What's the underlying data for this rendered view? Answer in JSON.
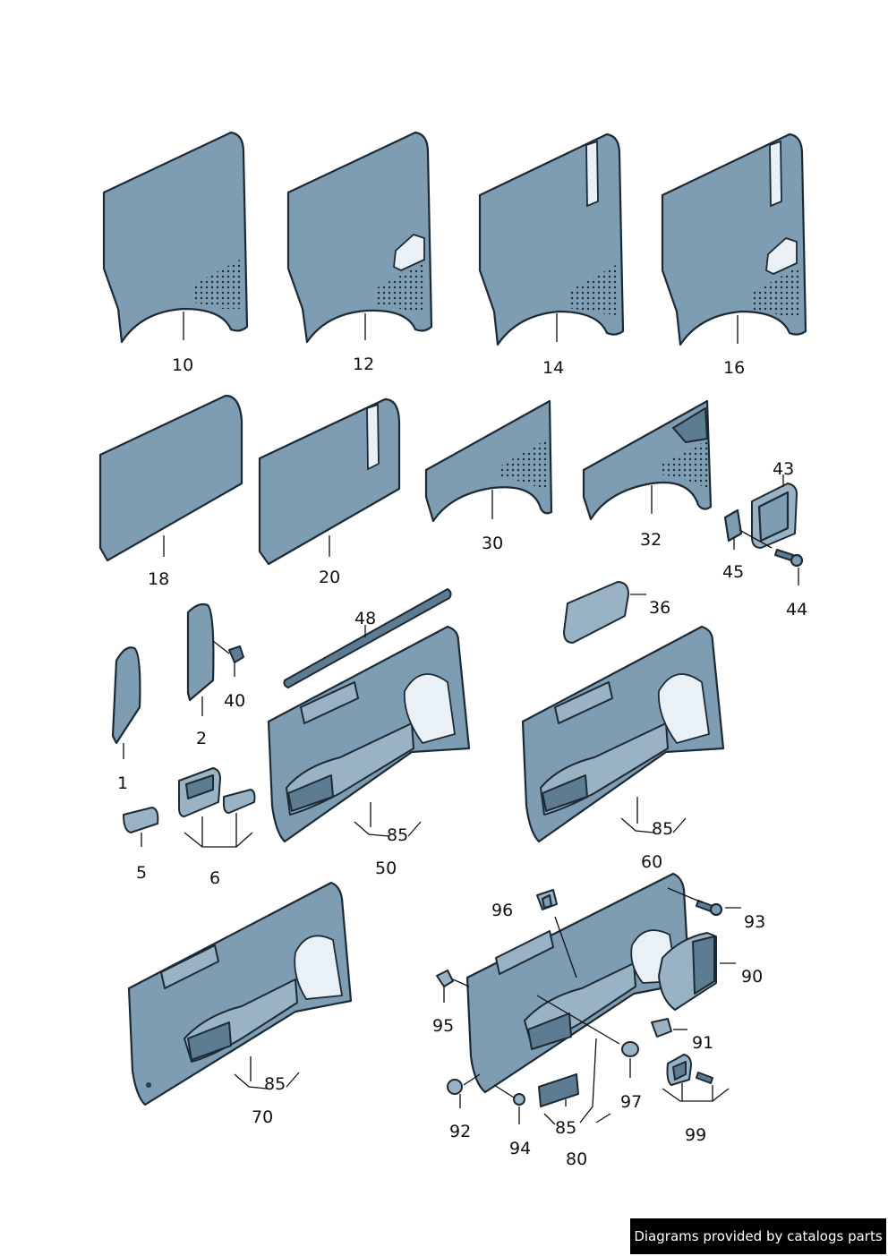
{
  "callouts": {
    "c10": "10",
    "c12": "12",
    "c14": "14",
    "c16": "16",
    "c18": "18",
    "c20": "20",
    "c30": "30",
    "c32": "32",
    "c43": "43",
    "c45": "45",
    "c44": "44",
    "c48": "48",
    "c36": "36",
    "c40": "40",
    "c2": "2",
    "c1": "1",
    "c5": "5",
    "c6": "6",
    "c85a": "85",
    "c50": "50",
    "c85b": "85",
    "c60": "60",
    "c85c": "85",
    "c70": "70",
    "c96": "96",
    "c93": "93",
    "c90": "90",
    "c95": "95",
    "c91": "91",
    "c97": "97",
    "c92": "92",
    "c94": "94",
    "c85d": "85",
    "c80": "80",
    "c99": "99"
  },
  "footer": {
    "credit": "Diagrams provided by catalogs parts"
  },
  "colors": {
    "panel": "#7e9db2",
    "outline": "#1c2a36",
    "credit_bg": "#000000"
  }
}
